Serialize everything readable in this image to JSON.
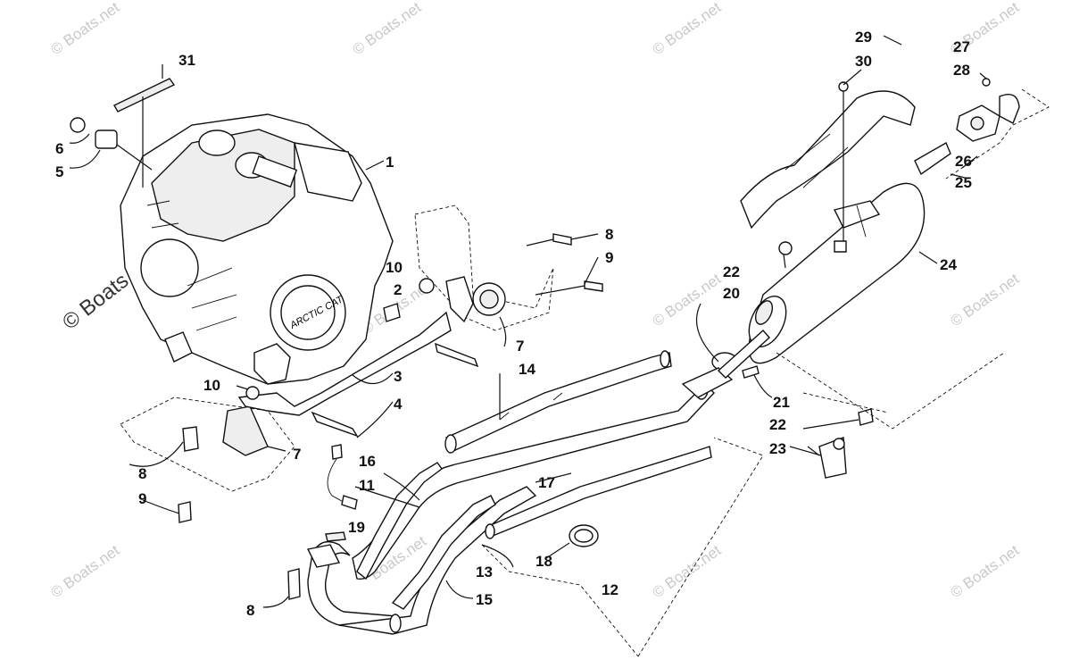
{
  "labels": {
    "p1": "1",
    "p2": "2",
    "p3": "3",
    "p4": "4",
    "p5": "5",
    "p6": "6",
    "p7a": "7",
    "p7b": "7",
    "p8a": "8",
    "p8b": "8",
    "p8c": "8",
    "p9a": "9",
    "p9b": "9",
    "p10a": "10",
    "p10b": "10",
    "p11": "11",
    "p12": "12",
    "p13": "13",
    "p14": "14",
    "p15": "15",
    "p16": "16",
    "p17": "17",
    "p18": "18",
    "p19": "19",
    "p20": "20",
    "p21": "21",
    "p22a": "22",
    "p22b": "22",
    "p23": "23",
    "p24": "24",
    "p25": "25",
    "p26": "26",
    "p27": "27",
    "p28": "28",
    "p29": "29",
    "p30": "30",
    "p31": "31"
  },
  "watermark": {
    "small": "© Boats.net",
    "large": "© Boats.net",
    "plain": "Boats.net"
  },
  "engine_decal": "ARCTIC CAT"
}
